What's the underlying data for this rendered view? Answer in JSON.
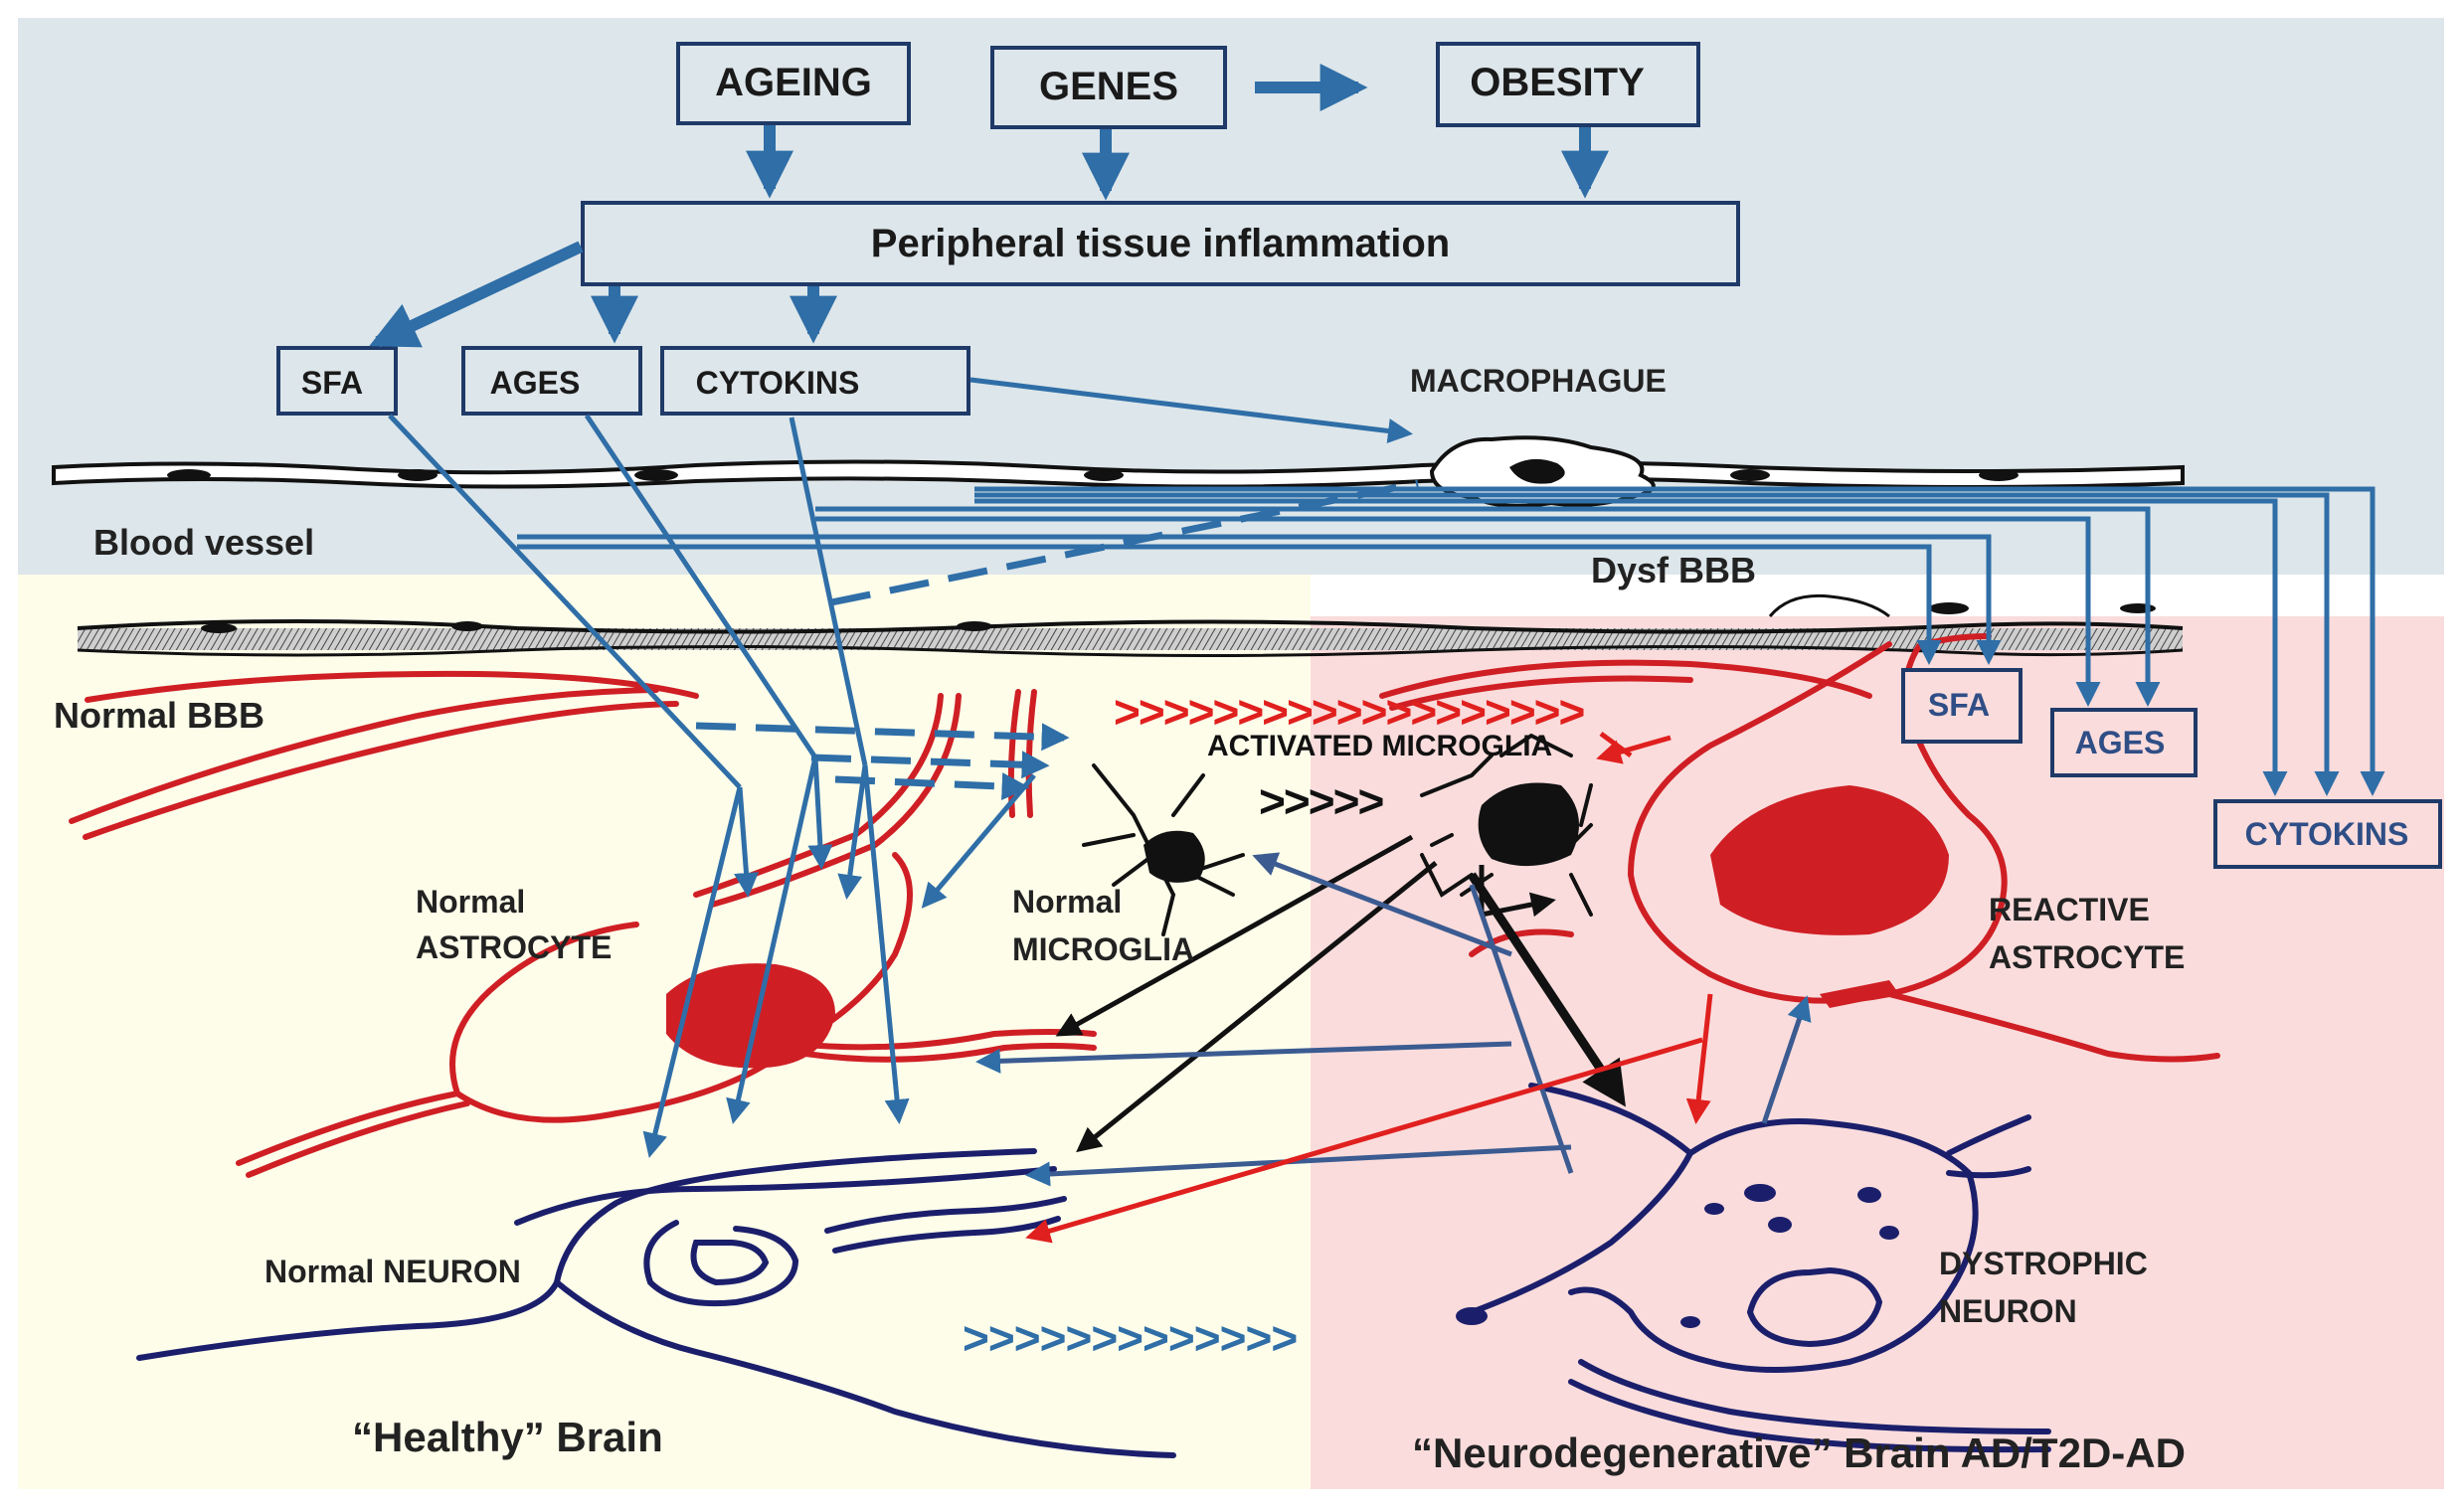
{
  "colors": {
    "top_panel": "#dde6ea",
    "healthy_panel": "#fdfdea",
    "disease_panel": "#fadcdc",
    "box_stroke": "#1f3a68",
    "box_text": "#1a1a1a",
    "blue_arrow": "#2f6ea7",
    "red_arrow": "#e0201e",
    "astro_red": "#cf1f24",
    "neuron_navy": "#1b1f6b",
    "label_dark": "#222222",
    "right_label_text": "#2f4e86"
  },
  "top_boxes": {
    "ageing": "AGEING",
    "genes": "GENES",
    "obesity": "OBESITY",
    "inflammation": "Peripheral tissue inflammation"
  },
  "mediators": {
    "sfa": "SFA",
    "ages": "AGES",
    "cytokins": "CYTOKINS"
  },
  "right_boxes": {
    "sfa": "SFA",
    "ages": "AGES",
    "cytokins": "CYTOKINS"
  },
  "labels": {
    "macrophague": "MACROPHAGUE",
    "blood_vessel": "Blood vessel",
    "dysf_bbb": "Dysf BBB",
    "normal_bbb": "Normal BBB",
    "activated_microglia": "ACTIVATED MICROGLIA",
    "normal_astrocyte_1": "Normal",
    "normal_astrocyte_2": "ASTROCYTE",
    "normal_microglia_1": "Normal",
    "normal_microglia_2": "MICROGLIA",
    "reactive_astrocyte_1": "REACTIVE",
    "reactive_astrocyte_2": "ASTROCYTE",
    "normal_neuron": "Normal NEURON",
    "dystrophic_neuron_1": "DYSTROPHIC",
    "dystrophic_neuron_2": "NEURON",
    "healthy_brain": "“Healthy” Brain",
    "neuro_brain": "“Neurodegenerative” Brain AD/T2D-AD"
  },
  "chevrons": {
    "red": ">>>>>>>>>>>>>>>>>>>",
    "black": ">>>>>",
    "blue": ">>>>>>>>>>>>>"
  }
}
